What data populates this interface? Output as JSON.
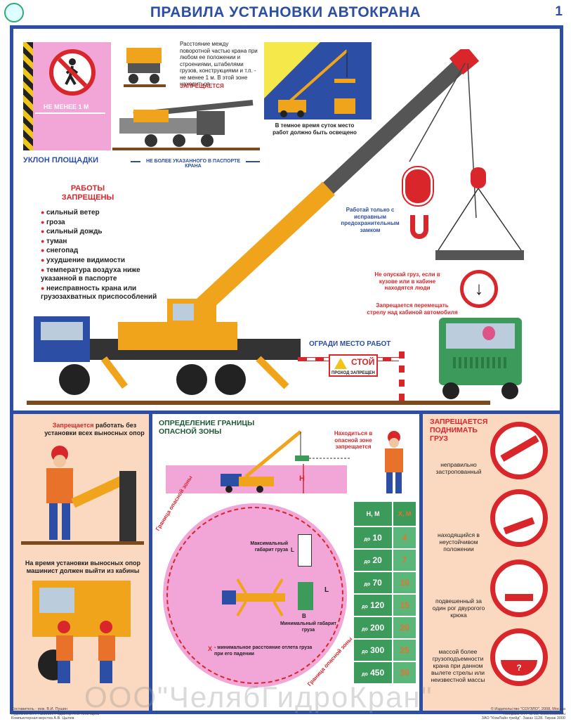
{
  "header": {
    "title": "ПРАВИЛА УСТАНОВКИ АВТОКРАНА",
    "page_number": "1"
  },
  "top": {
    "min_distance_label": "НЕ МЕНЕЕ 1 М",
    "distance_text": "Расстояние между поворотной частью крана при любом ее положении и строениями, штабелями грузов, конструкциями и т.п. - не менее 1 м. В этой зоне находиться",
    "distance_forbidden": "ЗАПРЕЩАЕТСЯ",
    "dark_text": "В темное время суток место работ должно быть освещено",
    "slope_title": "УКЛОН ПЛОЩАДКИ",
    "slope_note": "НЕ БОЛЕЕ УКАЗАННОГО В ПАСПОРТЕ КРАНА"
  },
  "works_forbidden": {
    "title": "РАБОТЫ ЗАПРЕЩЕНЫ",
    "items": [
      "сильный ветер",
      "гроза",
      "сильный дождь",
      "туман",
      "снегопад",
      "ухудшение видимости",
      "температура воздуха ниже указанной в паспорте",
      "неисправность крана или грузозахватных приспособлений"
    ]
  },
  "hook": {
    "text": "Работай только с исправным предохранительным замком"
  },
  "truck_rules": {
    "no_lower": "Не опускай груз, если в кузове или в кабине находятся люди",
    "no_move": "Запрещается перемещать стрелу над кабиной автомобиля"
  },
  "fence": {
    "label": "ОГРАДИ МЕСТО РАБОТ",
    "stop": "СТОЙ",
    "stop_sub": "ПРОХОД ЗАПРЕЩЕН"
  },
  "left_panel": {
    "forbidden_word": "Запрещается",
    "forbidden_rest": "работать без установки всех выносных опор",
    "driver_text": "На время установки выносных опор машинист должен выйти из кабины"
  },
  "zone": {
    "title": "ОПРЕДЕЛЕНИЕ ГРАНИЦЫ ОПАСНОЙ ЗОНЫ",
    "danger_text": "Находиться в опасной зоне запрещается",
    "height_label": "H",
    "boundary_label": "Граница опасной зоны",
    "max_gabarit": "Максимальный габарит груза",
    "min_gabarit": "Минимальный габарит груза",
    "l_label": "L",
    "b_label": "B",
    "x_label": "X",
    "x_note": "- минимальное расстояние отлета груза при его падении"
  },
  "table": {
    "headers": [
      "Н, М",
      "Х, М"
    ],
    "rows": [
      {
        "h_prefix": "до",
        "h": "10",
        "x": "4"
      },
      {
        "h_prefix": "до",
        "h": "20",
        "x": "7"
      },
      {
        "h_prefix": "до",
        "h": "70",
        "x": "10"
      },
      {
        "h_prefix": "до",
        "h": "120",
        "x": "15"
      },
      {
        "h_prefix": "до",
        "h": "200",
        "x": "20"
      },
      {
        "h_prefix": "до",
        "h": "300",
        "x": "25"
      },
      {
        "h_prefix": "до",
        "h": "450",
        "x": "30"
      }
    ]
  },
  "lift_forbidden": {
    "title": "ЗАПРЕЩАЕТСЯ ПОДНИМАТЬ ГРУЗ",
    "items": [
      "неправильно застропованный",
      "находящийся в неустойчивом положении",
      "подвешенный за один рог двурогого крюка",
      "массой более грузоподъемности крана при данном вылете стрелы или неизвестной массы"
    ]
  },
  "footer": {
    "credits": [
      "Составитель - инж. В.И. Пушин",
      "Художник В.П. Гасилин. Редактор А.О. Ключарев",
      "Компьютерная верстка А.В. Цылев"
    ],
    "publisher": [
      "© Издательство \"СОУЭЛО\", 2008, Москва",
      "Тел/факс 644-43-25; www.souelo.ru",
      "ЗАО \"КомЛайн трейд\". Заказ 1128. Тираж 3000"
    ]
  },
  "watermark": "ООО\"ЧелябГидроКран\"",
  "colors": {
    "frame": "#2c4fa5",
    "accent_red": "#d9262b",
    "crane_yellow": "#f0a41c",
    "panel_peach": "#fbd9c0",
    "zone_pink": "#f2a6d8"
  }
}
